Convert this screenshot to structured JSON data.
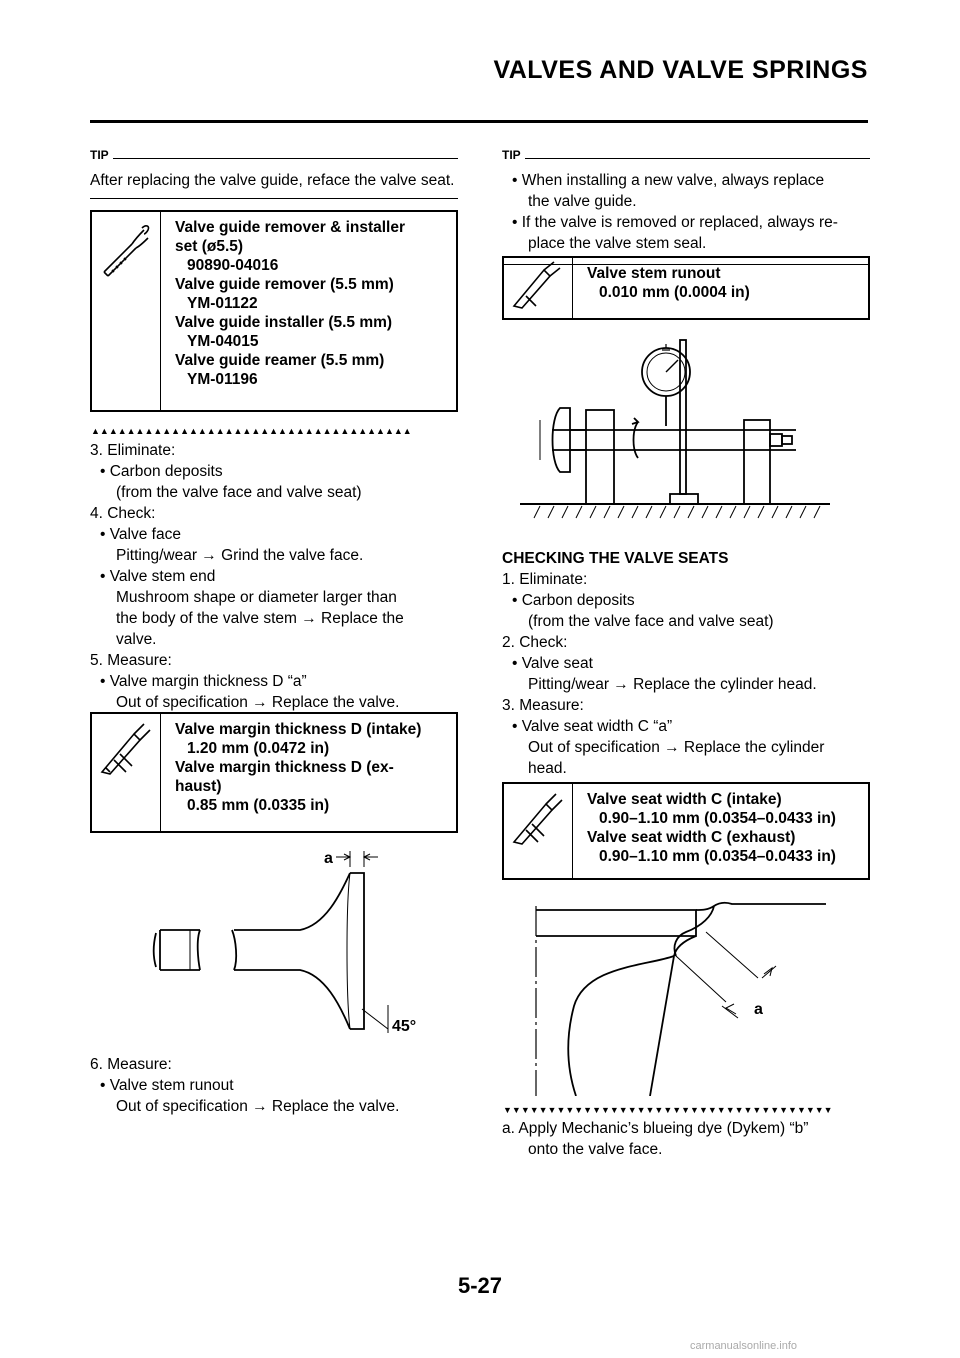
{
  "header": {
    "title": "VALVES AND VALVE SPRINGS"
  },
  "left": {
    "tip_label": "TIP",
    "tip_text": "After replacing the valve guide, reface the valve seat.",
    "tool_box": {
      "lines": [
        {
          "t": "Valve guide remover & installer",
          "indent": false
        },
        {
          "t": "set (ø5.5)",
          "indent": false
        },
        {
          "t": "90890-04016",
          "indent": true
        },
        {
          "t": "Valve guide remover (5.5 mm)",
          "indent": false
        },
        {
          "t": "YM-01122",
          "indent": true
        },
        {
          "t": "Valve guide installer (5.5 mm)",
          "indent": false
        },
        {
          "t": "YM-04015",
          "indent": true
        },
        {
          "t": "Valve guide reamer (5.5 mm)",
          "indent": false
        },
        {
          "t": "YM-01196",
          "indent": true
        }
      ]
    },
    "triangles_up": "▲▲▲▲▲▲▲▲▲▲▲▲▲▲▲▲▲▲▲▲▲▲▲▲▲▲▲▲▲▲▲▲▲▲▲▲",
    "steps": [
      {
        "cls": "ind0",
        "t": "3.  Eliminate:"
      },
      {
        "cls": "bul",
        "t": "• Carbon deposits"
      },
      {
        "cls": "hang",
        "t": "(from the valve face and valve seat)"
      },
      {
        "cls": "ind0",
        "t": "4.  Check:"
      },
      {
        "cls": "bul",
        "t": "• Valve face"
      },
      {
        "cls": "hang",
        "t": "Pitting/wear → Grind the valve face."
      },
      {
        "cls": "bul",
        "t": "• Valve stem end"
      },
      {
        "cls": "hang",
        "t": "Mushroom shape or diameter larger than"
      },
      {
        "cls": "hang",
        "t": "the body of the valve stem → Replace the"
      },
      {
        "cls": "hang",
        "t": "valve."
      },
      {
        "cls": "ind0",
        "t": "5.  Measure:"
      },
      {
        "cls": "bul",
        "t": "• Valve margin thickness D “a”"
      },
      {
        "cls": "hang",
        "t": "Out of specification → Replace the valve."
      }
    ],
    "margin_box": {
      "lines": [
        {
          "t": "Valve margin thickness D (intake)",
          "indent": false
        },
        {
          "t": "1.20 mm (0.0472 in)",
          "indent": true
        },
        {
          "t": "Valve margin thickness D (ex-",
          "indent": false
        },
        {
          "t": "haust)",
          "indent": false
        },
        {
          "t": "0.85 mm (0.0335 in)",
          "indent": true
        }
      ]
    },
    "fig1": {
      "label_a": "a",
      "angle": "45°"
    },
    "steps2": [
      {
        "cls": "ind0",
        "t": "6.  Measure:"
      },
      {
        "cls": "bul",
        "t": "• Valve stem runout"
      },
      {
        "cls": "hang",
        "t": "Out of specification → Replace the valve."
      }
    ]
  },
  "right": {
    "tip_label": "TIP",
    "tip_items": [
      {
        "cls": "bul",
        "t": "• When installing a new valve, always replace"
      },
      {
        "cls": "hang",
        "t": "the valve guide."
      },
      {
        "cls": "bul",
        "t": "• If the valve is removed or replaced, always re-"
      },
      {
        "cls": "hang",
        "t": "place the valve stem seal."
      }
    ],
    "runout_box": {
      "lines": [
        {
          "t": "Valve stem runout",
          "indent": false
        },
        {
          "t": "0.010 mm (0.0004 in)",
          "indent": true
        }
      ]
    },
    "section_title": "CHECKING THE VALVE SEATS",
    "steps": [
      {
        "cls": "ind0",
        "t": "1.  Eliminate:"
      },
      {
        "cls": "bul",
        "t": "• Carbon deposits"
      },
      {
        "cls": "hang",
        "t": "(from the valve face and valve seat)"
      },
      {
        "cls": "ind0",
        "t": "2.  Check:"
      },
      {
        "cls": "bul",
        "t": "• Valve seat"
      },
      {
        "cls": "hang",
        "t": "Pitting/wear → Replace the cylinder head."
      },
      {
        "cls": "ind0",
        "t": "3.  Measure:"
      },
      {
        "cls": "bul",
        "t": "• Valve seat width C “a”"
      },
      {
        "cls": "hang",
        "t": "Out of specification → Replace the cylinder"
      },
      {
        "cls": "hang",
        "t": "head."
      }
    ],
    "seat_box": {
      "lines": [
        {
          "t": "Valve seat width C (intake)",
          "indent": false
        },
        {
          "t": "0.90–1.10 mm (0.0354–0.0433 in)",
          "indent": true
        },
        {
          "t": "Valve seat width C (exhaust)",
          "indent": false
        },
        {
          "t": "0.90–1.10 mm (0.0354–0.0433 in)",
          "indent": true
        }
      ]
    },
    "fig2": {
      "label_a": "a"
    },
    "triangles_down": "▼▼▼▼▼▼▼▼▼▼▼▼▼▼▼▼▼▼▼▼▼▼▼▼▼▼▼▼▼▼▼▼▼▼▼▼▼",
    "note_a": "a.  Apply Mechanic’s blueing dye (Dykem) “b”",
    "note_a2": "onto the valve face."
  },
  "footer": {
    "page": "5-27",
    "watermark": "carmanualsonline.info"
  }
}
